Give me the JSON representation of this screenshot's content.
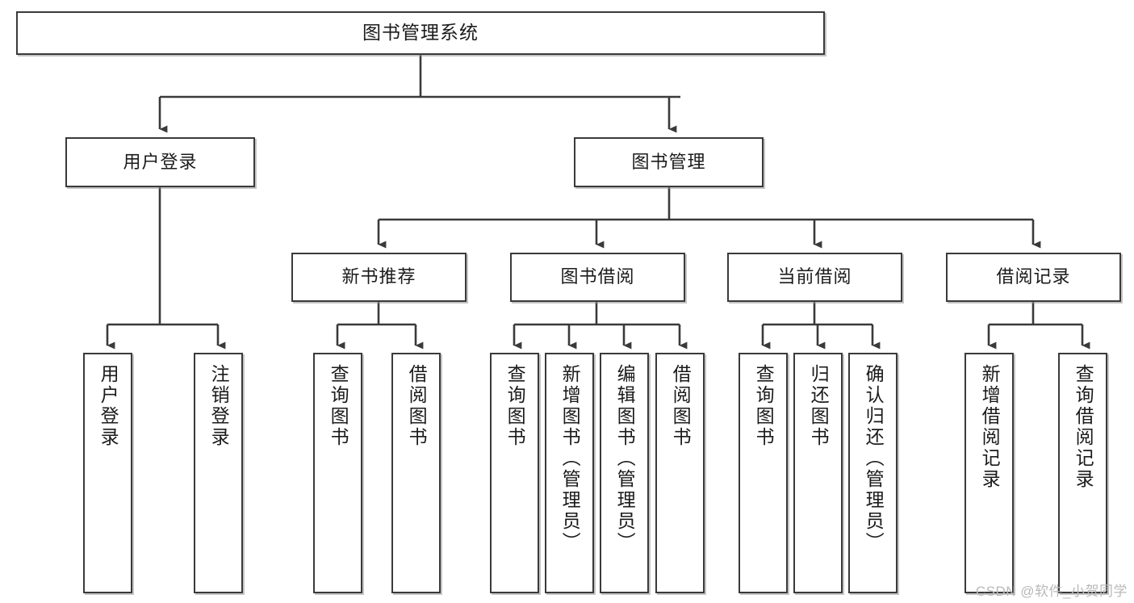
{
  "diagram": {
    "title": "图书管理系统",
    "watermark": "CSDN @软件_小贺同学",
    "colors": {
      "stroke": "#3a3a3a",
      "text": "#1b1b1b",
      "background": "#ffffff",
      "watermark": "#b9b9b9"
    },
    "levels": {
      "root": {
        "label": "图书管理系统"
      },
      "level2": [
        {
          "label": "用户登录"
        },
        {
          "label": "图书管理"
        }
      ],
      "level3": [
        {
          "label": "新书推荐"
        },
        {
          "label": "图书借阅"
        },
        {
          "label": "当前借阅"
        },
        {
          "label": "借阅记录"
        }
      ],
      "leaves": {
        "user_login": [
          {
            "label": "用户登录"
          },
          {
            "label": "注销登录"
          }
        ],
        "new_book_recommend": [
          {
            "label": "查询图书"
          },
          {
            "label": "借阅图书"
          }
        ],
        "book_borrow": [
          {
            "label": "查询图书"
          },
          {
            "label": "新增图书（管理员）"
          },
          {
            "label": "编辑图书（管理员）"
          },
          {
            "label": "借阅图书"
          }
        ],
        "current_borrow": [
          {
            "label": "查询图书"
          },
          {
            "label": "归还图书"
          },
          {
            "label": "确认归还（管理员）"
          }
        ],
        "borrow_records": [
          {
            "label": "新增借阅记录"
          },
          {
            "label": "查询借阅记录"
          }
        ]
      }
    }
  }
}
